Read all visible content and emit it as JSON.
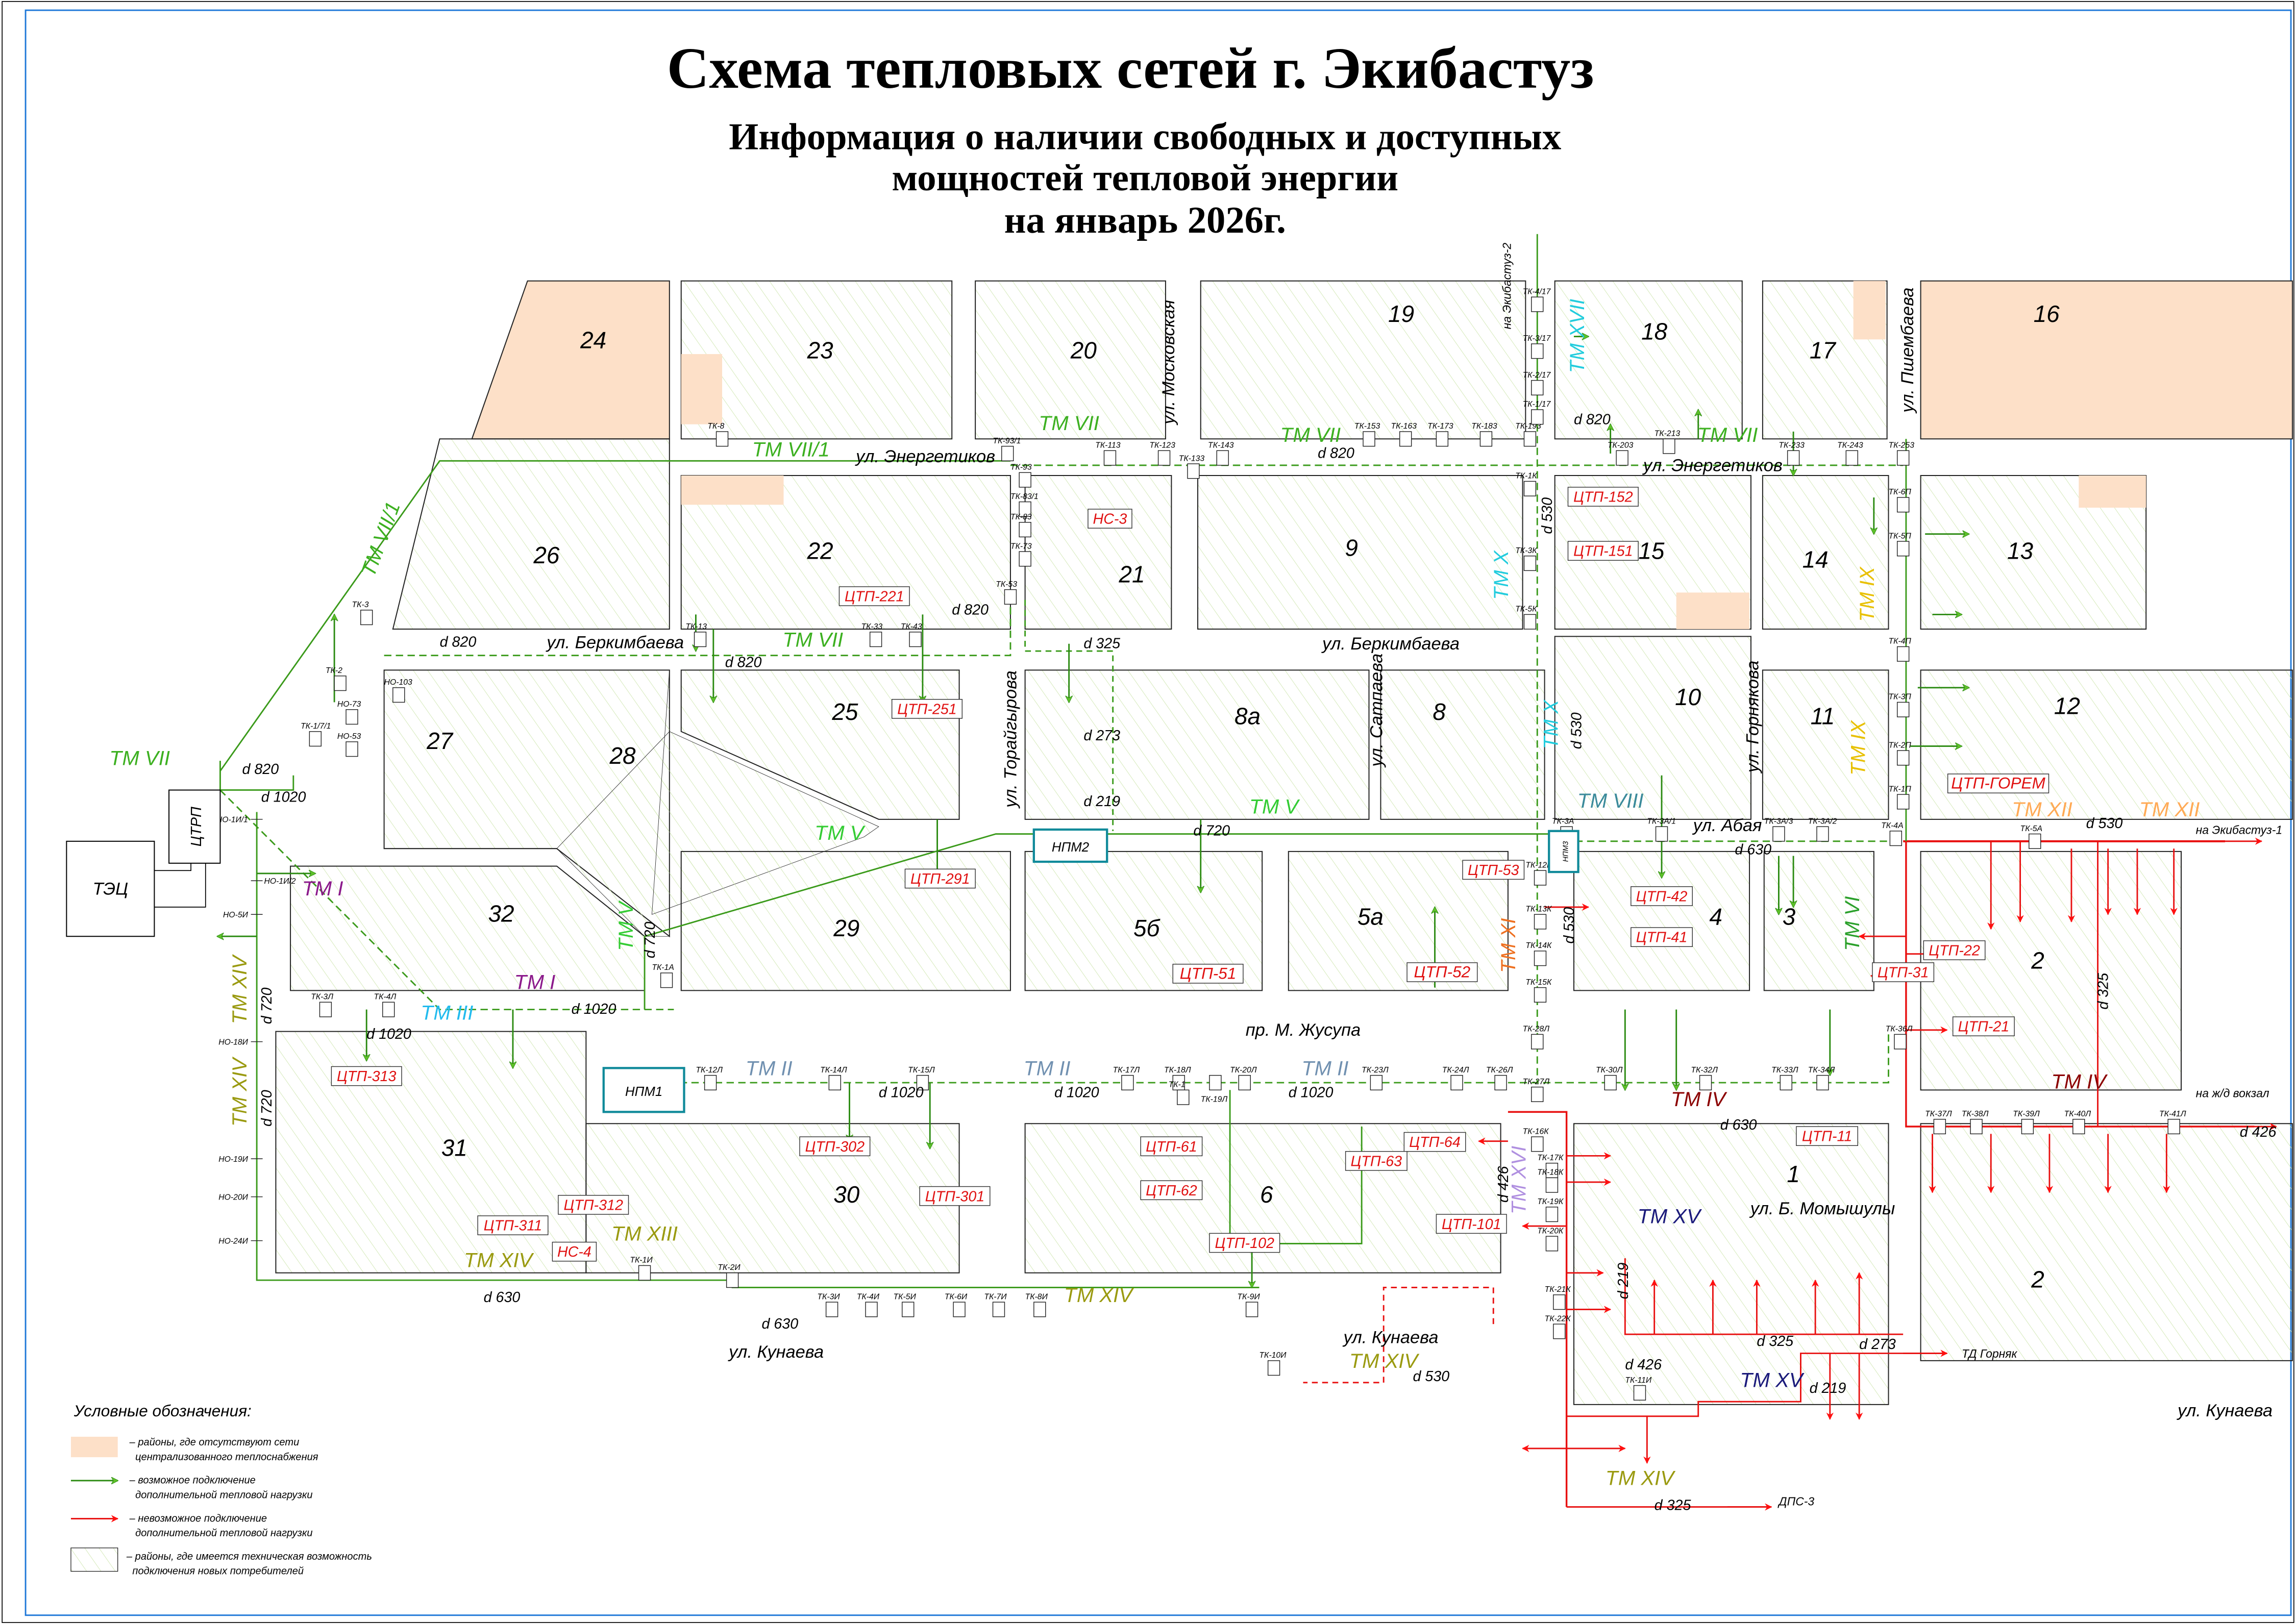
{
  "header": {
    "title": "Схема тепловых сетей г. Экибастуз",
    "subtitle_lines": [
      "Информация о наличии свободных и доступных",
      "мощностей тепловой энергии",
      "на январь 2026г."
    ]
  },
  "colors": {
    "no_network": "#fde0c8",
    "possible": "#3a9a1a",
    "impossible": "#e81010",
    "hatch": "#cfe6b0",
    "frame": "#1e78d8",
    "ctp": "#e01010",
    "pump": "#108a9a"
  },
  "blocks": [
    "24",
    "23",
    "20",
    "19",
    "18",
    "17",
    "16",
    "26",
    "22",
    "21",
    "9",
    "15",
    "14",
    "13",
    "27",
    "28",
    "25",
    "8а",
    "8",
    "10",
    "11",
    "12",
    "32",
    "29",
    "5б",
    "5а",
    "4",
    "3",
    "2",
    "31",
    "30",
    "6",
    "1",
    "2"
  ],
  "streets": [
    "ул. Энергетиков",
    "ул. Энергетиков",
    "ул. Московская",
    "ул. Беркимбаева",
    "ул. Беркимбаева",
    "ул. Торайгырова",
    "ул. Сатпаева",
    "ул. Горнякова",
    "ул. Абая",
    "ул. Пшембаева",
    "пр. М. Жусупа",
    "ул. Кунаева",
    "ул. Кунаева",
    "ул. Кунаева",
    "ул. Б. Момышулы"
  ],
  "mains": [
    {
      "label": "ТМ VII/1",
      "color": "#3cb020"
    },
    {
      "label": "ТМ VII/1",
      "color": "#3cb020"
    },
    {
      "label": "ТМ VII",
      "color": "#3cb020"
    },
    {
      "label": "ТМ VII",
      "color": "#3cb020"
    },
    {
      "label": "ТМ VII",
      "color": "#3cb020"
    },
    {
      "label": "ТМ VII",
      "color": "#3cb020"
    },
    {
      "label": "ТМ VII",
      "color": "#3cb020"
    },
    {
      "label": "ТМ V",
      "color": "#33cc33"
    },
    {
      "label": "ТМ V",
      "color": "#33cc33"
    },
    {
      "label": "ТМ V",
      "color": "#33cc33"
    },
    {
      "label": "ТМ I",
      "color": "#8b1a8b"
    },
    {
      "label": "ТМ I",
      "color": "#8b1a8b"
    },
    {
      "label": "ТМ III",
      "color": "#22bbee"
    },
    {
      "label": "ТМ II",
      "color": "#7090b0"
    },
    {
      "label": "ТМ II",
      "color": "#7090b0"
    },
    {
      "label": "ТМ II",
      "color": "#7090b0"
    },
    {
      "label": "ТМ XIV",
      "color": "#9a9a10"
    },
    {
      "label": "ТМ XIV",
      "color": "#9a9a10"
    },
    {
      "label": "ТМ XIV",
      "color": "#9a9a10"
    },
    {
      "label": "ТМ XIV",
      "color": "#9a9a10"
    },
    {
      "label": "ТМ XIV",
      "color": "#9a9a10"
    },
    {
      "label": "ТМ XIV",
      "color": "#9a9a10"
    },
    {
      "label": "ТМ XIII",
      "color": "#9a9a10"
    },
    {
      "label": "ТМ XVII",
      "color": "#22ccdd"
    },
    {
      "label": "ТМ X",
      "color": "#22ccdd"
    },
    {
      "label": "ТМ X",
      "color": "#22ccdd"
    },
    {
      "label": "ТМ IX",
      "color": "#e8c000"
    },
    {
      "label": "ТМ IX",
      "color": "#e8c000"
    },
    {
      "label": "ТМ XI",
      "color": "#ee7020"
    },
    {
      "label": "ТМ VIII",
      "color": "#3a8a9a"
    },
    {
      "label": "ТМ VI",
      "color": "#2aa02a"
    },
    {
      "label": "ТМ XII",
      "color": "#ffaa55"
    },
    {
      "label": "ТМ XII",
      "color": "#ffaa55"
    },
    {
      "label": "ТМ IV",
      "color": "#8b0000"
    },
    {
      "label": "ТМ IV",
      "color": "#8b0000"
    },
    {
      "label": "ТМ XVI",
      "color": "#b090e0"
    },
    {
      "label": "ТМ XV",
      "color": "#1a1a7a"
    },
    {
      "label": "ТМ XV",
      "color": "#1a1a7a"
    }
  ],
  "diameters": [
    "d 820",
    "d 820",
    "d 820",
    "d 820",
    "d 820",
    "d 820",
    "d 1020",
    "d 1020",
    "d 1020",
    "d 1020",
    "d 1020",
    "d 1020",
    "d 720",
    "d 720",
    "d 720",
    "d 720",
    "d 630",
    "d 630",
    "d 630",
    "d 630",
    "d 530",
    "d 530",
    "d 530",
    "d 530",
    "d 530",
    "d 426",
    "d 426",
    "d 426",
    "d 325",
    "d 325",
    "d 325",
    "d 325",
    "d 273",
    "d 273",
    "d 219",
    "d 219",
    "d 219"
  ],
  "substations": [
    "ЦТП-221",
    "ЦТП-251",
    "ЦТП-291",
    "ЦТП-51",
    "ЦТП-52",
    "ЦТП-53",
    "ЦТП-42",
    "ЦТП-41",
    "ЦТП-31",
    "ЦТП-22",
    "ЦТП-21",
    "ЦТП-ГОРЕМ",
    "ЦТП-152",
    "ЦТП-151",
    "ЦТП-313",
    "ЦТП-302",
    "ЦТП-301",
    "ЦТП-311",
    "ЦТП-312",
    "НС-4",
    "ЦТП-61",
    "ЦТП-62",
    "ЦТП-63",
    "ЦТП-64",
    "ЦТП-101",
    "ЦТП-102",
    "ЦТП-11",
    "НС-3"
  ],
  "plants": [
    "ТЭЦ",
    "ЦТРП",
    "НПМ1",
    "НПМ2",
    "НПМ3"
  ],
  "nodes": [
    "ТК-8",
    "ТК-93/1",
    "ТК-113",
    "ТК-123",
    "ТК-133",
    "ТК-143",
    "ТК-153",
    "ТК-163",
    "ТК-173",
    "ТК-183",
    "ТК-193",
    "ТК-203",
    "ТК-213",
    "ТК-233",
    "ТК-243",
    "ТК-253",
    "ТК-93",
    "ТК-83/1",
    "ТК-83",
    "ТК-73",
    "ТК-53",
    "ТК-13",
    "ТК-33",
    "ТК-43",
    "ТК-3",
    "ТК-2",
    "ТК-1/7/1",
    "НО-103",
    "НО-73",
    "НО-53",
    "ТК-1К",
    "ТК-3К",
    "ТК-5К",
    "ТК-4/17",
    "ТК-3/17",
    "ТК-2/17",
    "ТК-1/17",
    "ТК-6П",
    "ТК-5П",
    "ТК-4П",
    "ТК-3П",
    "ТК-2П",
    "ТК-1П",
    "ТК-4А",
    "ТК-5А",
    "ТК-3А",
    "ТК-3А/1",
    "ТК-3А/3",
    "ТК-3А/2",
    "ТК-12К",
    "ТК-13К",
    "ТК-14К",
    "ТК-15К",
    "ТК-1А",
    "ТК-3Л",
    "ТК-4Л",
    "ТК-12Л",
    "ТК-14Л",
    "ТК-15Л",
    "ТК-17Л",
    "ТК-18Л",
    "ТК-19Л",
    "ТК-20Л",
    "ТК-23Л",
    "ТК-24Л",
    "ТК-26Л",
    "ТК-27Л",
    "ТК-28Л",
    "ТК-30Л",
    "ТК-32Л",
    "ТК-33Л",
    "ТК-34Л",
    "ТК-36Л",
    "ТК-37Л",
    "ТК-38Л",
    "ТК-39Л",
    "ТК-40Л",
    "ТК-41Л",
    "ТК-16К",
    "ТК-17К",
    "ТК-18К",
    "ТК-19К",
    "ТК-20К",
    "ТК-21К",
    "ТК-22К",
    "ТК-2И",
    "ТК-3И",
    "ТК-4И",
    "ТК-5И",
    "ТК-6И",
    "ТК-7И",
    "ТК-8И",
    "ТК-9И",
    "ТК-10И",
    "ТК-11И",
    "ТК-1И",
    "ТК-1",
    "НО-18И",
    "НО-19И",
    "НО-20И",
    "НО-24И",
    "НО-5И",
    "НО-1И/1",
    "НО-1И/2"
  ],
  "destinations": [
    "на Экибастуз-2",
    "на Экибастуз-1",
    "на ж/д вокзал",
    "ТД Горняк",
    "ДПС-3"
  ],
  "legend": {
    "title": "Условные обозначения:",
    "items": [
      {
        "lines": [
          "– районы, где отсутствуют сети",
          "централизованного теплоснабжения"
        ]
      },
      {
        "lines": [
          "– возможное подключение",
          "дополнительной тепловой нагрузки"
        ]
      },
      {
        "lines": [
          "– невозможное подключение",
          "дополнительной тепловой нагрузки"
        ]
      },
      {
        "lines": [
          "– районы, где имеется техническая возможность",
          "подключения новых потребителей"
        ]
      }
    ]
  }
}
